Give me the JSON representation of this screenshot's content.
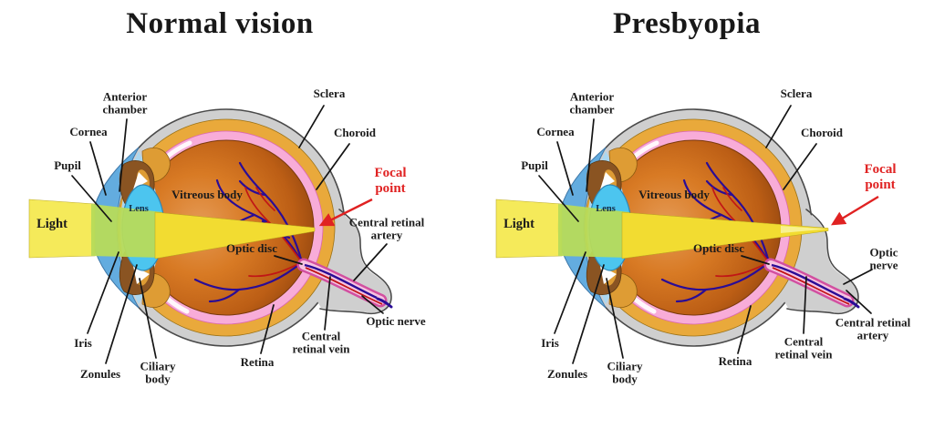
{
  "diagram": {
    "panel_left": {
      "title": "Normal vision"
    },
    "panel_right": {
      "title": "Presbyopia"
    },
    "labels": {
      "anterior_chamber": "Anterior chamber",
      "cornea": "Cornea",
      "pupil": "Pupil",
      "light": "Light",
      "iris": "Iris",
      "zonules": "Zonules",
      "ciliary_body": "Ciliary body",
      "lens": "Lens",
      "vitreous_body": "Vitreous body",
      "sclera": "Sclera",
      "choroid": "Choroid",
      "focal_point": "Focal point",
      "optic_disc": "Optic disc",
      "central_retinal_artery": "Central retinal artery",
      "central_retinal_vein": "Central retinal vein",
      "optic_nerve": "Optic nerve",
      "retina": "Retina"
    },
    "colors": {
      "background": "#ffffff",
      "label_text": "#1b1b1b",
      "focal_point_text": "#e02222",
      "arrow": "#e02222",
      "light_beam": "#f2dc31",
      "light_beam_pale": "#f5e94e",
      "beam_through_lens": "#b7db5a",
      "sclera": "#cfcfcf",
      "choroid": "#e9a93b",
      "retina": "#f8acd8",
      "vitreous": "#d87a24",
      "lens": "#4cc5ef",
      "cornea": "#63acdf",
      "anterior_chamber": "#abd7f0",
      "iris": "#8a5422",
      "ciliary_body": "#de9c34",
      "vein": "#2a0c96",
      "artery": "#c11616"
    }
  }
}
